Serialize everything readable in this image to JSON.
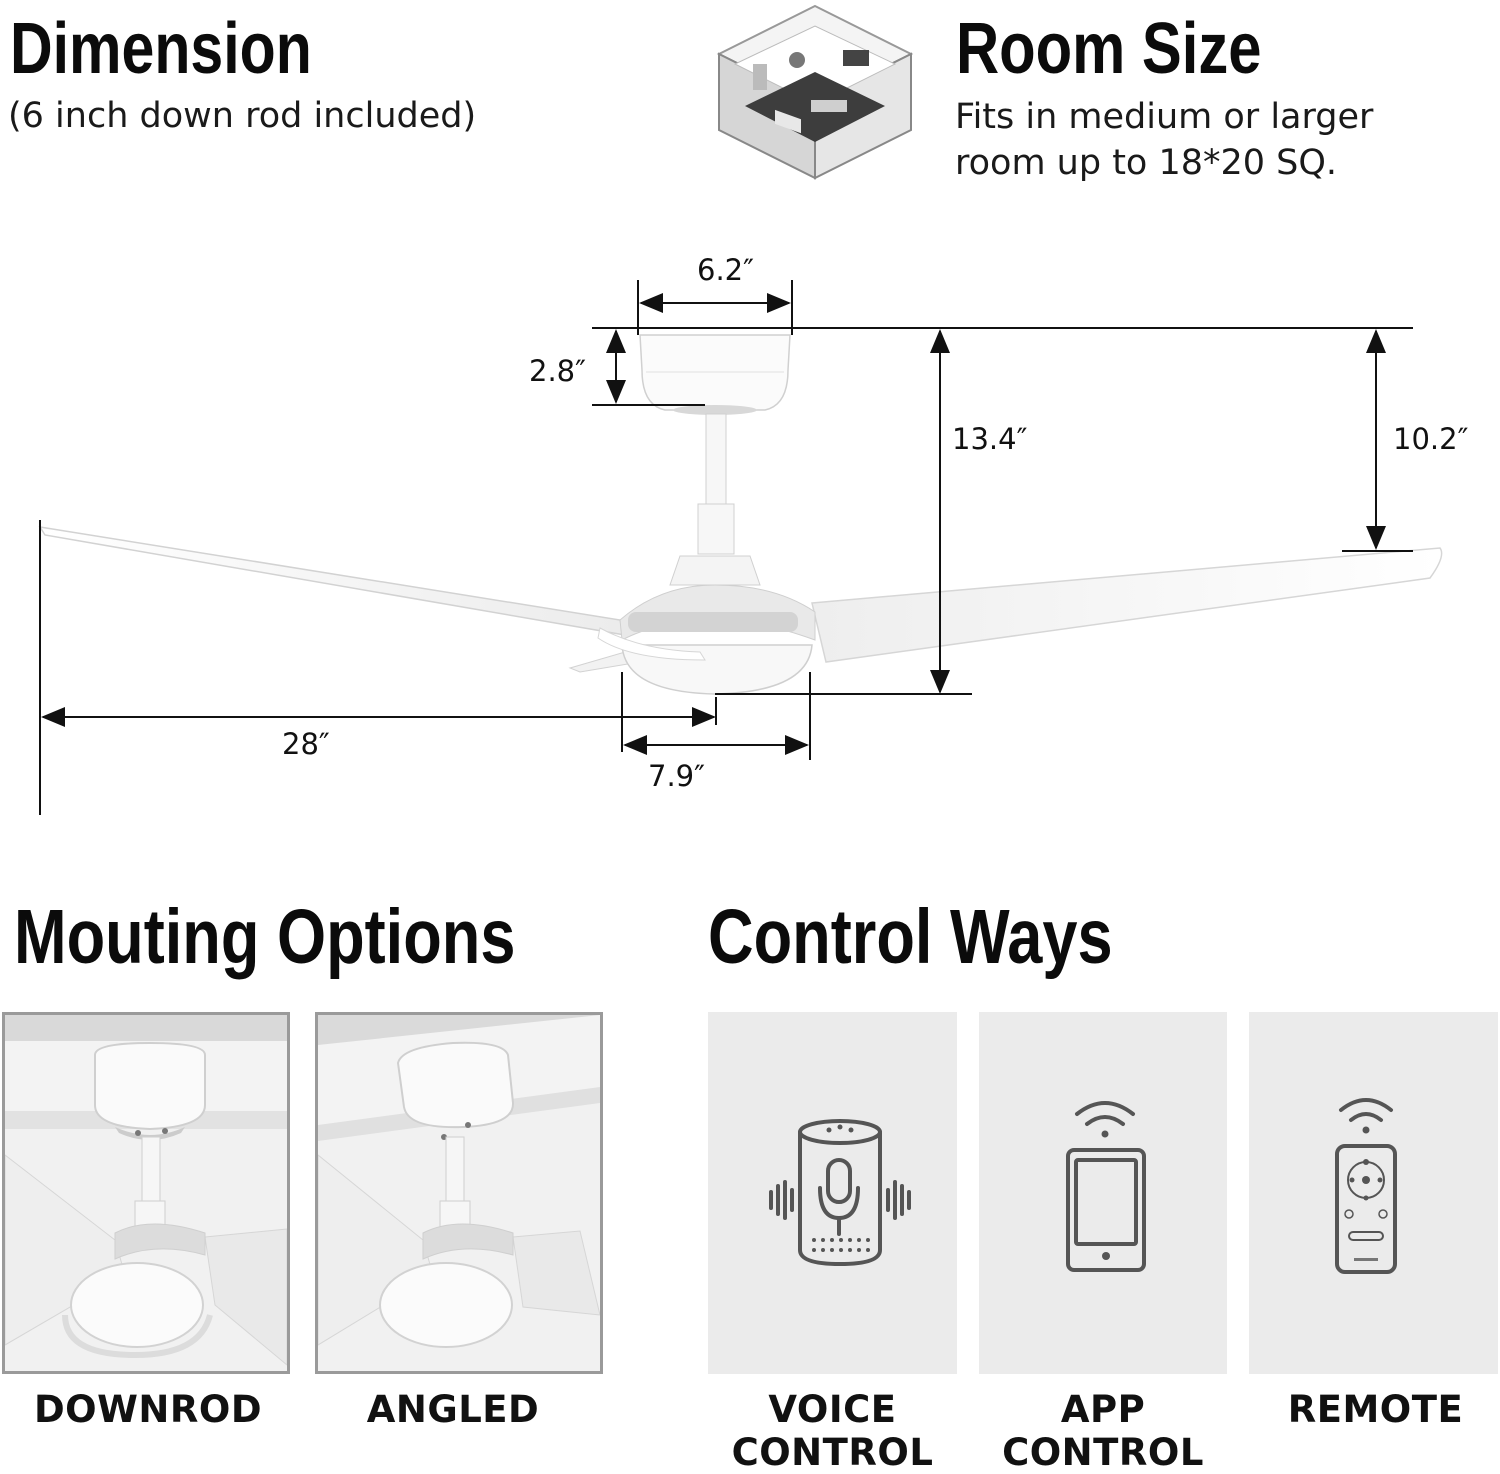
{
  "dimension": {
    "title": "Dimension",
    "subtitle": "(6 inch down rod included)"
  },
  "room_size": {
    "title": "Room Size",
    "line1": "Fits in medium or larger",
    "line2": "room up to 18*20 SQ."
  },
  "measurements": {
    "canopy_width": "6.2″",
    "canopy_height": "2.8″",
    "total_height": "13.4″",
    "blade_drop": "10.2″",
    "blade_length": "28″",
    "light_width": "7.9″"
  },
  "mounting": {
    "title": "Mouting Options",
    "options": [
      {
        "label": "DOWNROD"
      },
      {
        "label": "ANGLED"
      }
    ]
  },
  "control": {
    "title": "Control Ways",
    "ways": [
      {
        "label_line1": "VOICE",
        "label_line2": "CONTROL",
        "icon": "smart-speaker-icon"
      },
      {
        "label_line1": "APP",
        "label_line2": "CONTROL",
        "icon": "smartphone-app-icon"
      },
      {
        "label_line1": "REMOTE",
        "label_line2": "",
        "icon": "remote-control-icon"
      }
    ]
  },
  "colors": {
    "panel_background": "#ebebeb",
    "icon_stroke": "#555555",
    "text": "#111111"
  }
}
